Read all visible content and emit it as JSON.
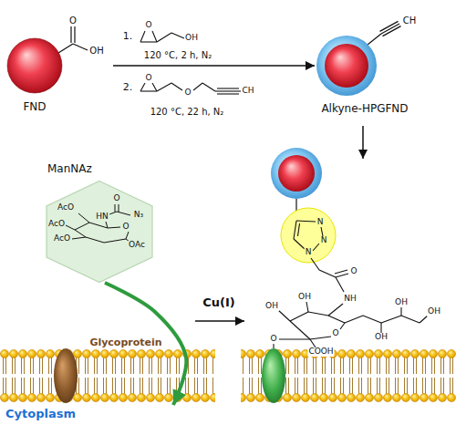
{
  "diagram": {
    "nodes": [
      {
        "text": [
          "FND"
        ]
      },
      {
        "text": [
          "Alkyne-HPGFND"
        ]
      },
      {
        "text": [
          "ManNAz"
        ]
      },
      {
        "text": [
          "Cytoplasm"
        ]
      }
    ],
    "edges": [
      {
        "from": 0,
        "to": 1,
        "arrow": "to"
      },
      {
        "from": 2,
        "to": 3,
        "arrow": "to"
      }
    ],
    "labels": [
      "O",
      "OH",
      "1.",
      "O",
      "OH",
      "120 °C, 2 h, N₂",
      "2.",
      "O",
      "O",
      "CH",
      "120 °C, 22 h, N₂",
      "CH",
      "AcO",
      "AcO",
      "AcO",
      "HN",
      "O",
      "N₃",
      "O",
      "OAc",
      "Cu(I)",
      "N",
      "N",
      "N",
      "O",
      "NH",
      "OH",
      "OH",
      "OH",
      "OH",
      "OH",
      "O",
      "O",
      "COOH",
      "Glycoprotein"
    ]
  }
}
